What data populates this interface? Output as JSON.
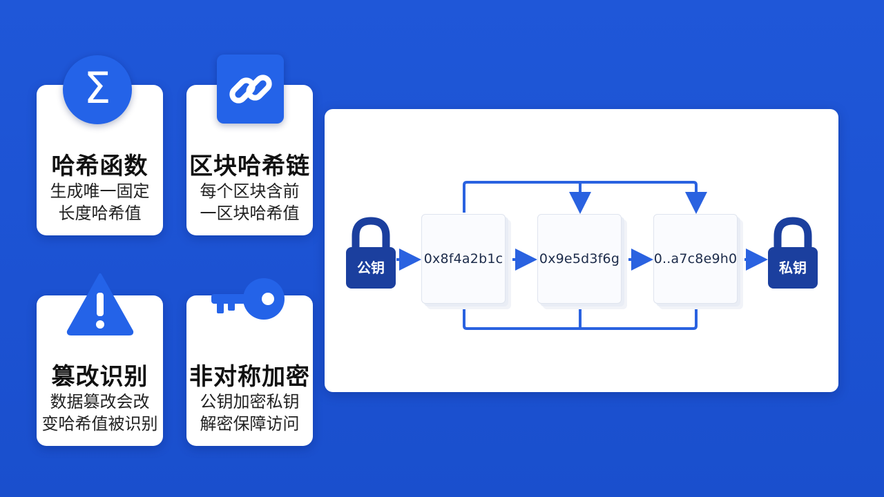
{
  "cards": [
    {
      "title": "哈希函数",
      "desc_line1": "生成唯一固定",
      "desc_line2": "长度哈希值",
      "icon": "sigma-icon"
    },
    {
      "title": "区块哈希链",
      "desc_line1": "每个区块含前",
      "desc_line2": "一区块哈希值",
      "icon": "chain-link-icon"
    },
    {
      "title": "篡改识别",
      "desc_line1": "数据篡改会改",
      "desc_line2": "变哈希值被识别",
      "icon": "warning-icon"
    },
    {
      "title": "非对称加密",
      "desc_line1": "公钥加密私钥",
      "desc_line2": "解密保障访问",
      "icon": "key-icon"
    }
  ],
  "icons": {
    "sigma_glyph": "Σ"
  },
  "diagram": {
    "public_key_label": "公钥",
    "private_key_label": "私钥",
    "hashes": [
      "0x8f4a2b1c",
      "0x9e5d3f6g",
      "0..a7c8e9h0"
    ]
  },
  "colors": {
    "background": "#1f57d8",
    "accent": "#2463e8",
    "lock_navy": "#1b3f9e",
    "arrow": "#2a62e0"
  }
}
